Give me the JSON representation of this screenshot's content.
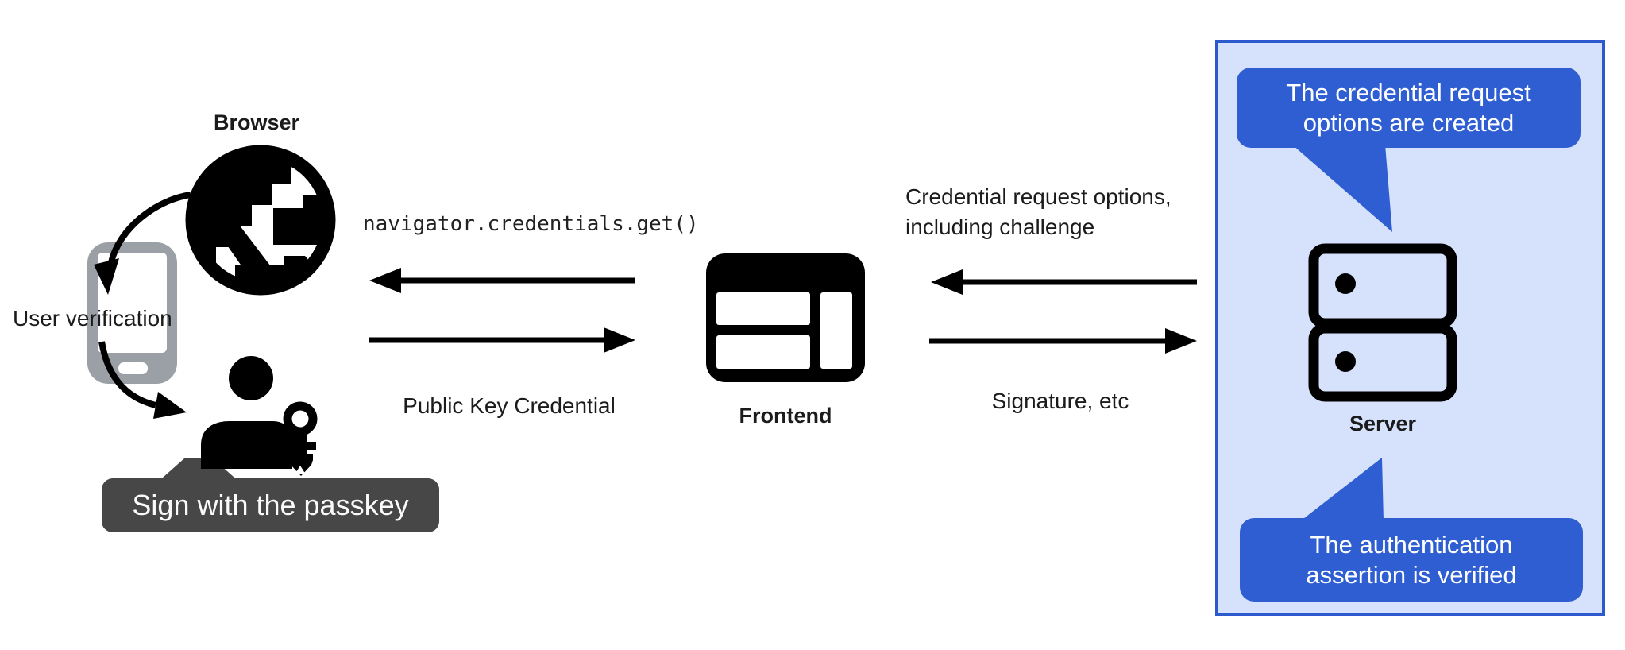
{
  "diagram": {
    "client": {
      "browser_label": "Browser",
      "user_verification_label": "User verification",
      "passkey_tooltip_label": "Sign with the passkey"
    },
    "frontend": {
      "label": "Frontend",
      "request_code": "navigator.credentials.get()",
      "response_label": "Public Key Credential"
    },
    "server_exchange": {
      "request_line1": "Credential request options,",
      "request_line2": "including challenge",
      "response_label": "Signature, etc"
    },
    "server": {
      "label": "Server",
      "top_bubble": {
        "line1": "The credential request",
        "line2": "options are created"
      },
      "bottom_bubble": {
        "line1": "The authentication",
        "line2": "assertion is verified"
      }
    },
    "colors": {
      "bubble_blue": "#2e5ed2",
      "panel_fill": "#d6e2fb",
      "panel_border": "#2c5acd",
      "tooltip_gray": "#474747",
      "phone_gray": "#9aa0a6",
      "ink": "#1b1b1b"
    },
    "icons": [
      "globe-icon",
      "smartphone-icon",
      "person-passkey-icon",
      "browser-window-icon",
      "server-stack-icon"
    ]
  }
}
